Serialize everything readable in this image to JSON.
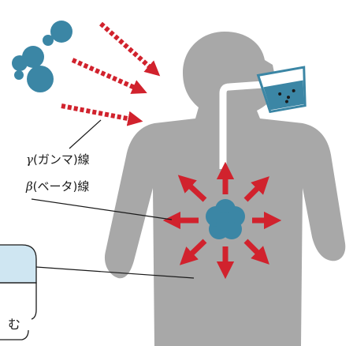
{
  "labels": {
    "gamma_symbol": "γ",
    "gamma_text": "(ガンマ)線",
    "beta_symbol": "β",
    "beta_text": "(ベータ)線",
    "partial_text": "む"
  },
  "colors": {
    "body": "#a8a8a8",
    "particle": "#3b86a5",
    "arrow": "#d1222d",
    "pale_box": "#cfe6f2",
    "outline": "#1a1a1a",
    "straw": "#ffffff"
  },
  "icons": {
    "particles": "radioactive-particle-icon",
    "cup": "drinking-cup-icon",
    "straw": "straw-icon",
    "internal_source": "internal-contamination-icon"
  }
}
